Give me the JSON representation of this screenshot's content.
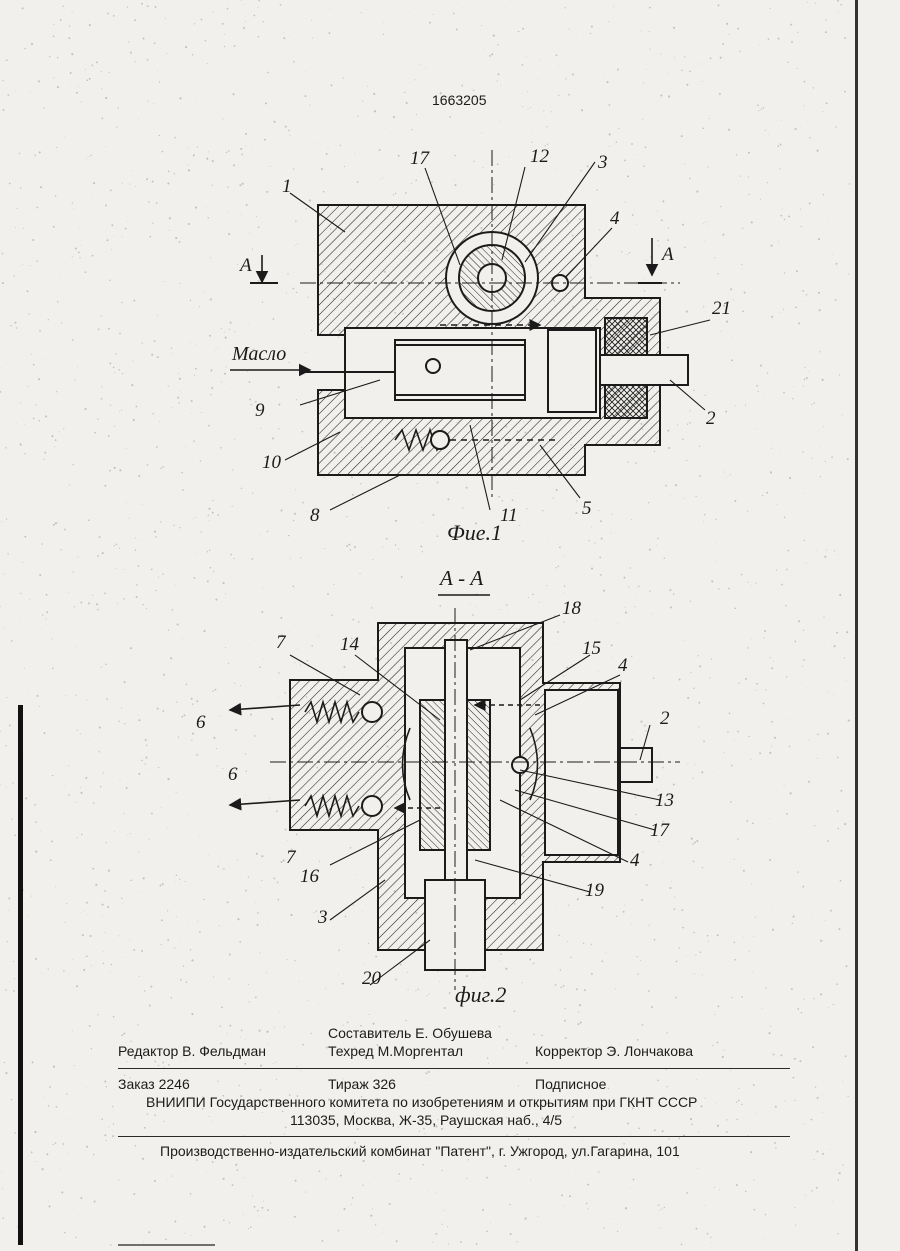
{
  "document": {
    "number": "1663205"
  },
  "figure1": {
    "caption": "Фие.1",
    "section_mark": "A",
    "flow_label": "Масло",
    "callouts": [
      "1",
      "2",
      "3",
      "4",
      "5",
      "8",
      "9",
      "10",
      "11",
      "12",
      "17",
      "21"
    ]
  },
  "figure2": {
    "caption": "фиг.2",
    "section_title": "А - А",
    "callouts_left": [
      "7",
      "14",
      "6",
      "6",
      "7",
      "16",
      "3",
      "20"
    ],
    "callouts_right": [
      "18",
      "15",
      "4",
      "2",
      "13",
      "17",
      "4",
      "19"
    ]
  },
  "imprint": {
    "compiler": "Составитель  Е. Обушева",
    "editor": "Редактор  В. Фельдман",
    "techred": "Техред М.Моргентал",
    "corrector": "Корректор  Э. Лончакова",
    "order": "Заказ  2246",
    "circulation": "Тираж  326",
    "subscription": "Подписное",
    "institute": "ВНИИПИ Государственного комитета по изобретениям и открытиям при ГКНТ СССР",
    "address": "113035, Москва, Ж-35, Раушская наб., 4/5",
    "publisher": "Производственно-издательский комбинат \"Патент\", г. Ужгород, ул.Гагарина, 101"
  },
  "colors": {
    "ink": "#1b1b1b",
    "paper": "#f1f0ec"
  }
}
